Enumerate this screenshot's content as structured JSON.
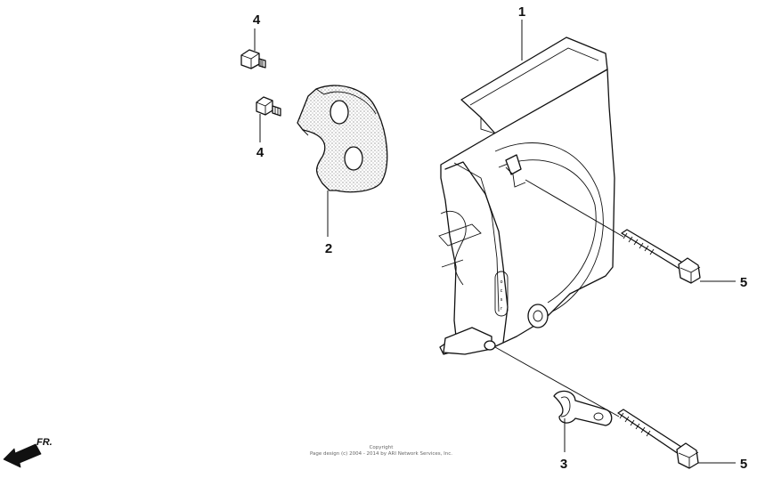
{
  "callouts": {
    "part_1": "1",
    "part_2": "2",
    "part_3": "3",
    "part_4_upper": "4",
    "part_4_lower": "4",
    "part_5_upper": "5",
    "part_5_lower": "5"
  },
  "direction": {
    "label": "FR.",
    "icon": "arrow-left-icon"
  },
  "copyright": {
    "line1": "Copyright",
    "line2": "Page design (c) 2004 - 2014 by ARI Network Services, Inc."
  }
}
